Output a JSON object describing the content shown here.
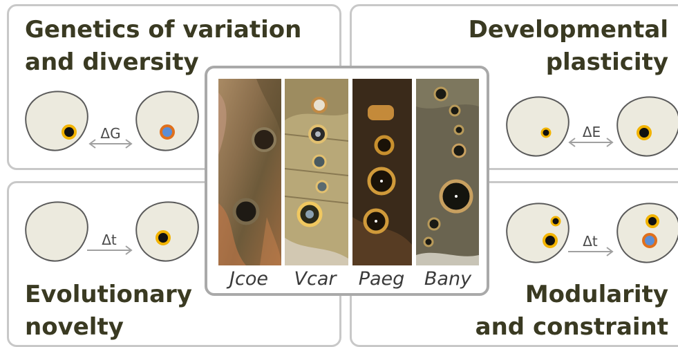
{
  "panels": {
    "top_left": {
      "title_line1": "Genetics of variation",
      "title_line2": "and diversity",
      "arrow_label": "ΔG"
    },
    "top_right": {
      "title_line1": "Developmental",
      "title_line2": "plasticity",
      "arrow_label": "ΔE"
    },
    "bottom_left": {
      "title_line1": "Evolutionary",
      "title_line2": "novelty",
      "arrow_label": "Δt"
    },
    "bottom_right": {
      "title_line1": "Modularity",
      "title_line2": "and constraint",
      "arrow_label": "Δt"
    }
  },
  "species": [
    "Jcoe",
    "Vcar",
    "Paeg",
    "Bany"
  ],
  "colors": {
    "wing_fill": "#eceade",
    "wing_stroke": "#5a5a5a",
    "eyespot_ring": "#f2b300",
    "eyespot_center_black": "#111111",
    "eyespot_center_blue": "#5b8ed6",
    "eyespot_ring_orange": "#e0701c",
    "arrow": "#a0a0a0",
    "title_text": "#3a3a22",
    "panel_border": "#c8c8c8"
  }
}
